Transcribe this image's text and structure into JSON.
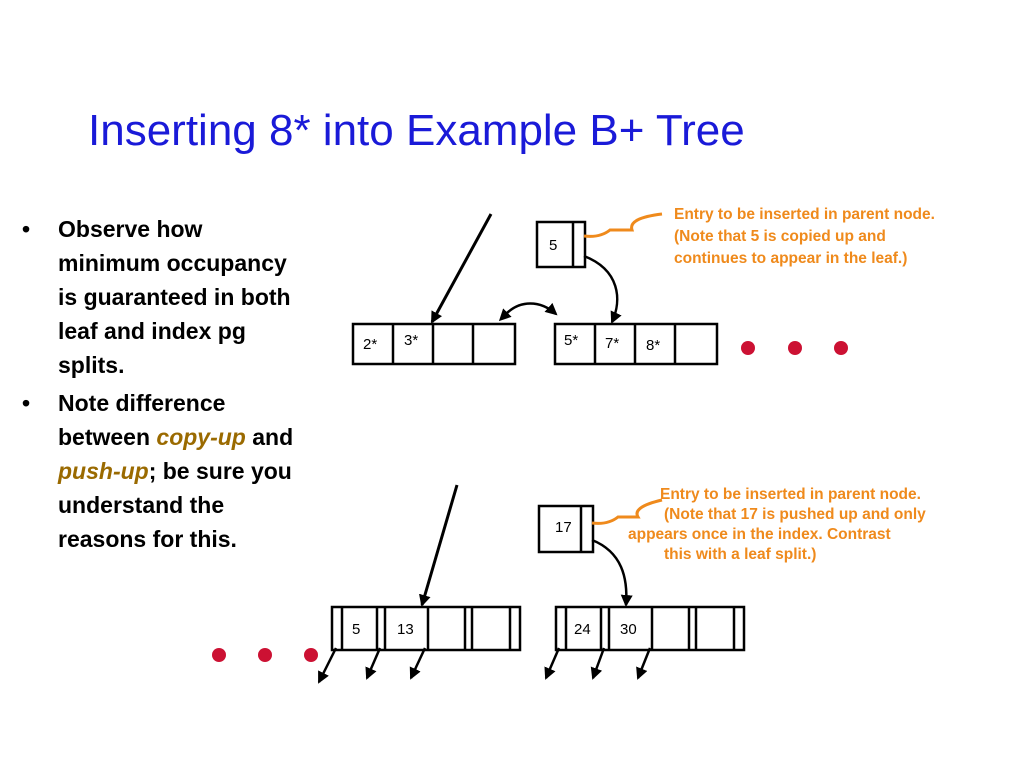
{
  "title": "Inserting 8* into Example B+ Tree",
  "bullets": {
    "b1": "Observe how minimum occupancy is guaranteed in both leaf and index pg splits.",
    "b2_pre": "Note difference between ",
    "b2_copy": "copy-up",
    "b2_and": " and ",
    "b2_push": "push-up",
    "b2_post": "; be sure you understand the reasons for this."
  },
  "leaf_split": {
    "parent_entry": "5",
    "left_leaf": [
      "2*",
      "3*",
      "",
      ""
    ],
    "right_leaf": [
      "5*",
      "7*",
      "8*",
      ""
    ],
    "note_lines": [
      "Entry to be inserted in parent node.",
      "(Note that 5 is copied up and",
      "continues to appear in the leaf.)"
    ]
  },
  "index_split": {
    "parent_entry": "17",
    "left_node": [
      "5",
      "13",
      "",
      ""
    ],
    "right_node": [
      "24",
      "30",
      "",
      ""
    ],
    "note_lines": [
      "Entry to be inserted in parent node.",
      "(Note that 17 is pushed up and only",
      "appears once in the index. Contrast",
      "this with a leaf split.)"
    ]
  },
  "colors": {
    "title": "#1a1ad8",
    "note": "#ef8a1c",
    "emphasis": "#9a6a00",
    "ellipsis_dots": "#cc1133"
  }
}
